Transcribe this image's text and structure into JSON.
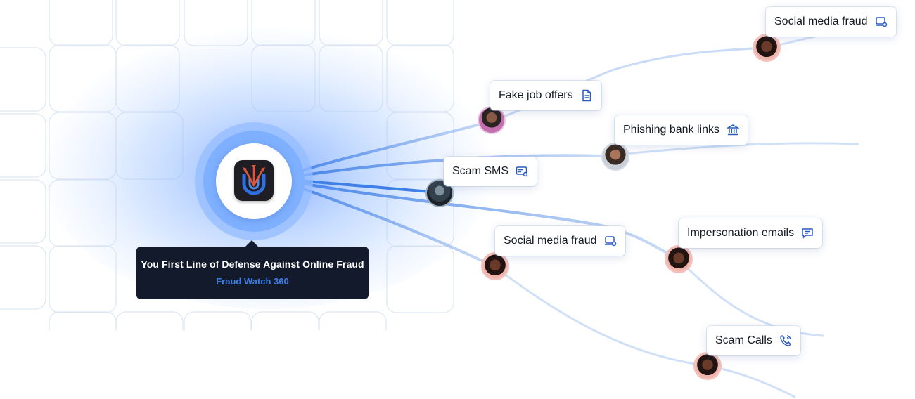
{
  "center": {
    "tooltip_title": "You First Line of Defense Against Online Fraud",
    "tooltip_brand": "Fraud Watch 360",
    "logo_icon": "shield-darts-icon",
    "accent_color": "#3b7de6"
  },
  "nodes": [
    {
      "label": "Social media fraud",
      "icon": "laptop-user-icon"
    },
    {
      "label": "Fake job offers",
      "icon": "document-icon"
    },
    {
      "label": "Phishing bank links",
      "icon": "bank-icon"
    },
    {
      "label": "Scam SMS",
      "icon": "message-card-icon"
    },
    {
      "label": "Social media fraud",
      "icon": "laptop-user-icon"
    },
    {
      "label": "Impersonation emails",
      "icon": "chat-bubble-icon"
    },
    {
      "label": "Scam Calls",
      "icon": "phone-call-icon"
    }
  ]
}
